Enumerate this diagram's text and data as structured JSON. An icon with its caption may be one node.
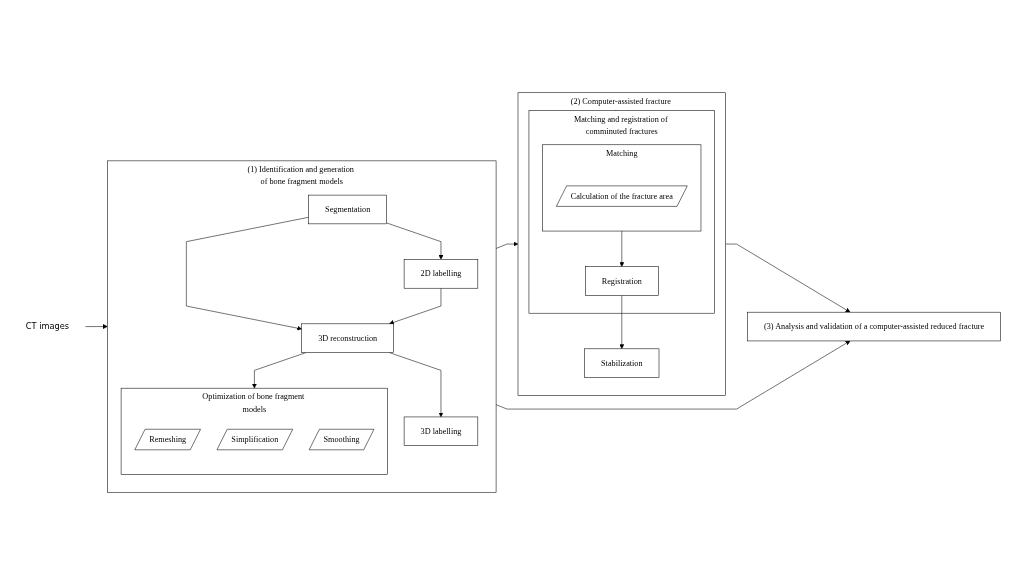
{
  "diagram": {
    "nodes": [
      {
        "text": [
          "CT images"
        ]
      },
      {
        "text": [
          "(1) Identification and generation of bone fragment models"
        ]
      },
      {
        "text": [
          "Segmentation"
        ],
        "in": 1
      },
      {
        "text": [
          "2D labelling"
        ],
        "in": 1
      },
      {
        "text": [
          "3D reconstruction"
        ],
        "in": 1
      },
      {
        "text": [
          "3D labelling"
        ],
        "in": 1
      },
      {
        "text": [
          "Optimization of bone fragment models"
        ],
        "in": 1
      },
      {
        "text": [
          "Remeshing"
        ],
        "in": 6
      },
      {
        "text": [
          "Simplification"
        ],
        "in": 6
      },
      {
        "text": [
          "Smoothing"
        ],
        "in": 6
      },
      {
        "text": [
          "(2) Computer-assisted fracture reduction"
        ]
      },
      {
        "text": [
          "Matching and registration of comminuted fractures"
        ],
        "in": 10
      },
      {
        "text": [
          "Matching"
        ],
        "in": 11
      },
      {
        "text": [
          "Calculation of the fracture area"
        ],
        "in": 12
      },
      {
        "text": [
          "Registration"
        ],
        "in": 11
      },
      {
        "text": [
          "Stabilization"
        ],
        "in": 10
      },
      {
        "text": [
          "(3) Analysis and validation of a computer-assisted reduced fracture"
        ]
      }
    ],
    "edges": [
      {
        "from": 0,
        "to": 1,
        "arrow": "to"
      },
      {
        "from": 2,
        "to": 3,
        "arrow": "to"
      },
      {
        "from": 2,
        "to": 4,
        "arrow": "to"
      },
      {
        "from": 3,
        "to": 4,
        "arrow": "to"
      },
      {
        "from": 4,
        "to": 5,
        "arrow": "to"
      },
      {
        "from": 4,
        "to": 6,
        "arrow": "to"
      },
      {
        "from": 1,
        "to": 10,
        "arrow": "to"
      },
      {
        "from": 12,
        "to": 14,
        "arrow": "to"
      },
      {
        "from": 14,
        "to": 15,
        "arrow": "to"
      },
      {
        "from": 10,
        "to": 16,
        "arrow": "to"
      },
      {
        "from": 1,
        "to": 16,
        "arrow": "to"
      }
    ]
  }
}
